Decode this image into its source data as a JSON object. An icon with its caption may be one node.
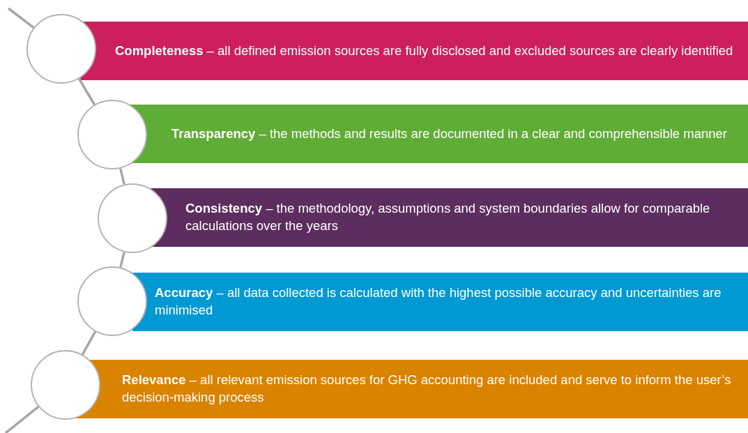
{
  "diagram": {
    "nodes": [
      {
        "text": [],
        "shape": "circle"
      },
      {
        "text": [
          "**Completeness** – all defined emission sources are fully disclosed and excluded sources are clearly identified"
        ]
      },
      {
        "text": [],
        "shape": "circle"
      },
      {
        "text": [
          "**Transparency** – the methods and results are documented in a clear and comprehensible manner"
        ]
      },
      {
        "text": [],
        "shape": "circle"
      },
      {
        "text": [
          "**Consistency** – the methodology, assumptions and system boundaries allow for comparable calculations over the years"
        ]
      },
      {
        "text": [],
        "shape": "circle"
      },
      {
        "text": [
          "**Accuracy** – all data collected is calculated with the highest possible accuracy and uncertainties are minimised"
        ]
      },
      {
        "text": [],
        "shape": "circle"
      },
      {
        "text": [
          "**Relevance** – all relevant emission sources for GHG accounting are included and serve to inform the user’s decision-making process"
        ]
      }
    ],
    "edges": [
      {
        "from": null,
        "to": 0,
        "arrow": "none"
      },
      {
        "from": 0,
        "to": 2,
        "arrow": "none"
      },
      {
        "from": 2,
        "to": 4,
        "arrow": "none"
      },
      {
        "from": 4,
        "to": 6,
        "arrow": "none"
      },
      {
        "from": 6,
        "to": 8,
        "arrow": "none"
      },
      {
        "from": 8,
        "to": null,
        "arrow": "none"
      }
    ]
  }
}
